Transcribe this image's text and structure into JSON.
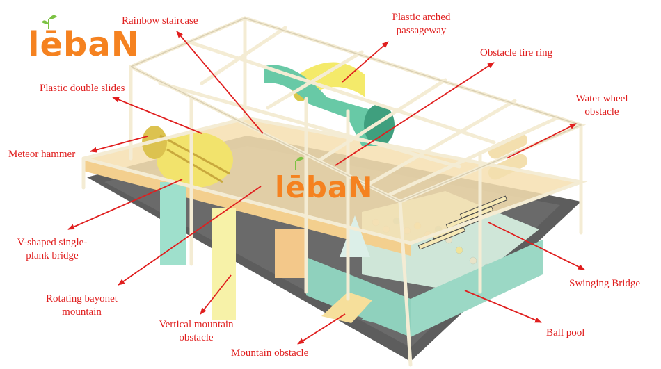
{
  "brand": {
    "logo_text": "lēbaN",
    "color": "#f58220",
    "accent": "#7cc243"
  },
  "callout_color": "#e01e1e",
  "labels": {
    "rainbow_staircase": "Rainbow staircase",
    "plastic_arched_1": "Plastic arched",
    "plastic_arched_2": "passageway",
    "obstacle_tire_ring": "Obstacle tire ring",
    "plastic_double_slides": "Plastic double slides",
    "water_wheel_1": "Water wheel",
    "water_wheel_2": "obstacle",
    "meteor_hammer": "Meteor hammer",
    "v_bridge_1": "V-shaped single-",
    "v_bridge_2": "plank bridge",
    "swinging_bridge": "Swinging Bridge",
    "rotating_1": "Rotating bayonet",
    "rotating_2": "mountain",
    "vertical_1": "Vertical mountain",
    "vertical_2": "obstacle",
    "ball_pool": "Ball pool",
    "mountain_obstacle": "Mountain obstacle"
  }
}
